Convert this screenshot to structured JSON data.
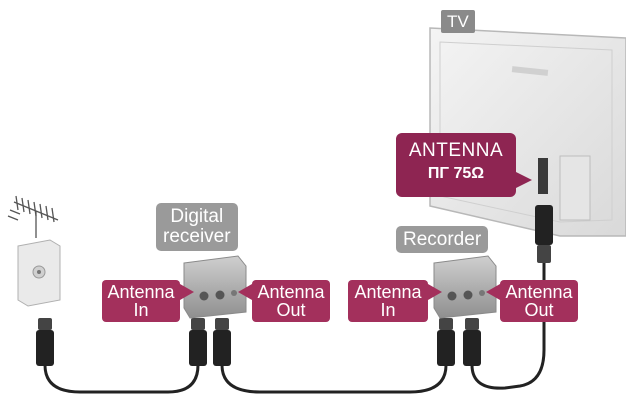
{
  "tv": {
    "label": "TV"
  },
  "tv_antenna": {
    "title": "ANTENNA",
    "impedance": "75Ω"
  },
  "digital_receiver": {
    "name_line1": "Digital",
    "name_line2": "receiver",
    "in_line1": "Antenna",
    "in_line2": "In",
    "out_line1": "Antenna",
    "out_line2": "Out"
  },
  "recorder": {
    "name": "Recorder",
    "in_line1": "Antenna",
    "in_line2": "In",
    "out_line1": "Antenna",
    "out_line2": "Out"
  },
  "colors": {
    "label_pink": "#a3305c",
    "antenna_box": "#8e2552",
    "label_grey": "#9a9a9a",
    "cable": "#222222",
    "device_grey": "#b5b5b5"
  },
  "icons": [
    "antenna-icon",
    "wall-socket-icon",
    "tv-icon",
    "coax-connector-icon",
    "device-icon"
  ]
}
